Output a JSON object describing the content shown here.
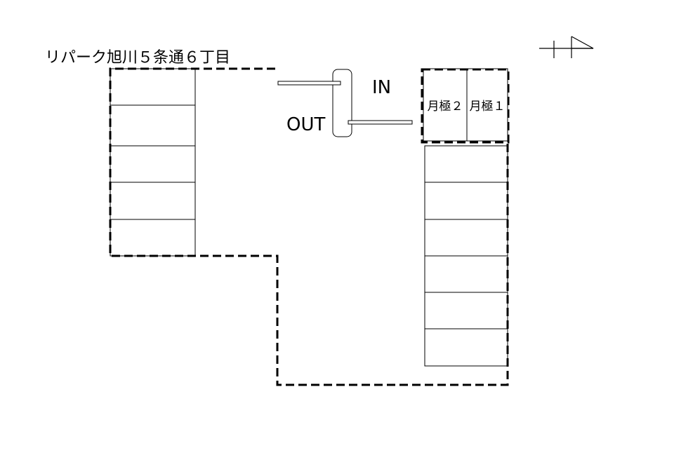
{
  "title": "リパーク旭川５条通６丁目",
  "gate": {
    "in_label": "IN",
    "out_label": "OUT"
  },
  "monthly": {
    "left_label": "月極２",
    "right_label": "月極１"
  },
  "stalls": {
    "left_count": 5,
    "right_count": 6
  },
  "colors": {
    "line": "#000000",
    "background": "#ffffff"
  },
  "icons": {
    "north": "north-arrow-icon"
  }
}
